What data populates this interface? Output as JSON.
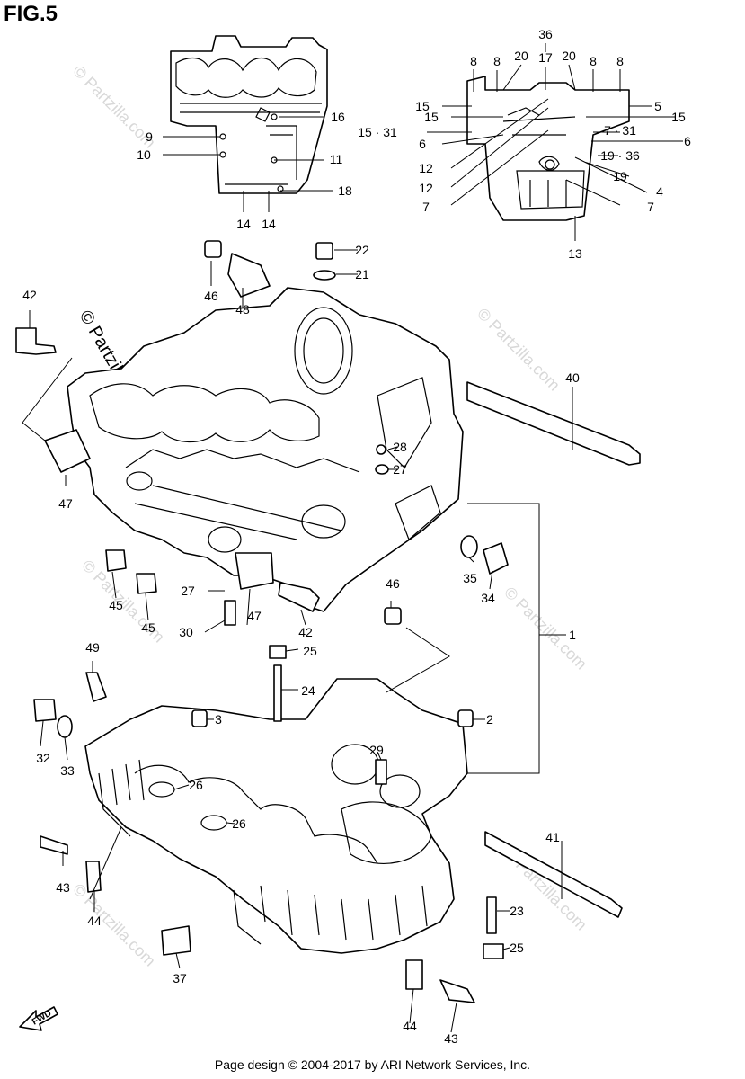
{
  "figure_title": "FIG.5",
  "footer": "Page design © 2004-2017 by ARI Network Services, Inc.",
  "watermark": "© Partzilla.com",
  "fwd_label": "FWD",
  "labels": [
    "36",
    "8",
    "8",
    "20",
    "17",
    "20",
    "8",
    "8",
    "15",
    "5",
    "15",
    "15",
    "15 · 31",
    "7 · 31",
    "6",
    "6",
    "12",
    "19 · 36",
    "12",
    "19",
    "4",
    "7",
    "7",
    "13",
    "9",
    "16",
    "10",
    "11",
    "18",
    "14",
    "14",
    "22",
    "21",
    "46",
    "48",
    "42",
    "40",
    "28",
    "27",
    "47",
    "35",
    "34",
    "45",
    "27",
    "47",
    "45",
    "42",
    "46",
    "30",
    "1",
    "25",
    "49",
    "24",
    "3",
    "2",
    "32",
    "33",
    "29",
    "26",
    "26",
    "41",
    "43",
    "44",
    "23",
    "25",
    "37",
    "44",
    "43"
  ]
}
